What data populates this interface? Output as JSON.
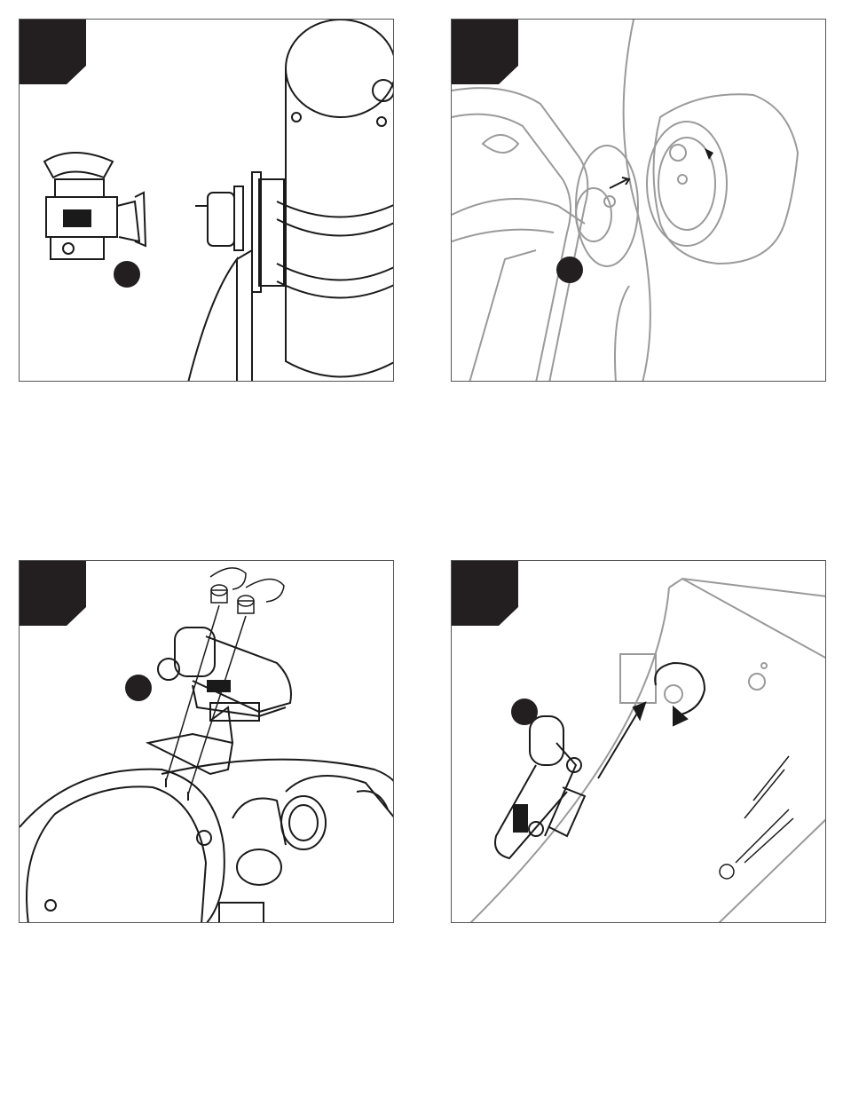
{
  "panels": [
    {
      "id": "step-1",
      "step_label": "",
      "callout_label": ""
    },
    {
      "id": "step-2",
      "step_label": "",
      "callout_label": ""
    },
    {
      "id": "step-3",
      "step_label": "",
      "callout_label": ""
    },
    {
      "id": "step-4",
      "step_label": "",
      "callout_label": ""
    }
  ],
  "colors": {
    "line": "#1a1a1a",
    "light_line": "#9a9a9a",
    "tab": "#231f20",
    "border": "#555555"
  }
}
